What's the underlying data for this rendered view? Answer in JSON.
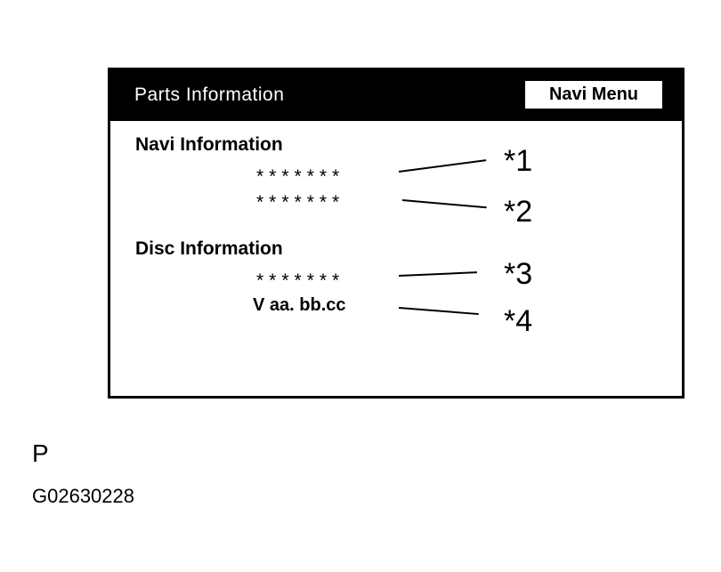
{
  "screen": {
    "title": "Parts Information",
    "menu_button": "Navi Menu",
    "navi_section": "Navi Information",
    "navi_value_1": "*******",
    "navi_value_2": "*******",
    "disc_section": "Disc Information",
    "disc_value_1": "*******",
    "disc_version": "V aa. bb.cc"
  },
  "callouts": [
    "*1",
    "*2",
    "*3",
    "*4"
  ],
  "footer": {
    "letter": "P",
    "code": "G02630228"
  }
}
